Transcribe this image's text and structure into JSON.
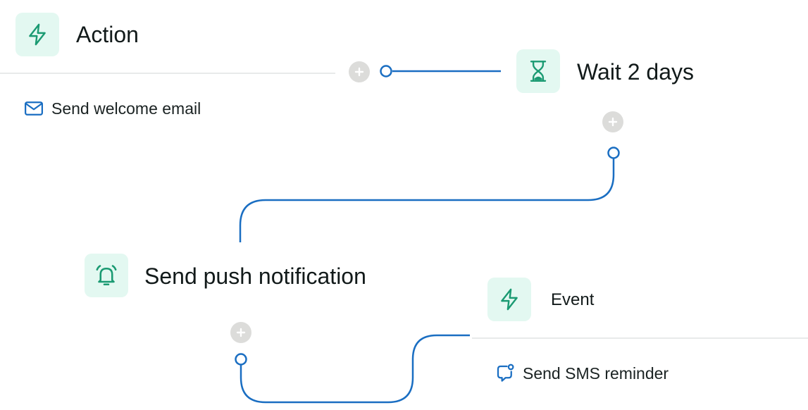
{
  "nodes": {
    "action": {
      "title": "Action",
      "icon": "lightning-icon",
      "step_label": "Send welcome email",
      "step_icon": "mail-icon"
    },
    "wait": {
      "title": "Wait 2 days",
      "icon": "hourglass-icon"
    },
    "push": {
      "title": "Send push notification",
      "icon": "bell-icon"
    },
    "event": {
      "title": "Event",
      "icon": "lightning-icon",
      "step_label": "Send SMS reminder",
      "step_icon": "message-notification-icon"
    }
  },
  "colors": {
    "icon_tile_bg": "#e3f8f1",
    "icon_green": "#1a9a72",
    "connector_blue": "#1a6ec2",
    "add_button_gray": "#dcdcda",
    "divider": "#e8eaea"
  }
}
